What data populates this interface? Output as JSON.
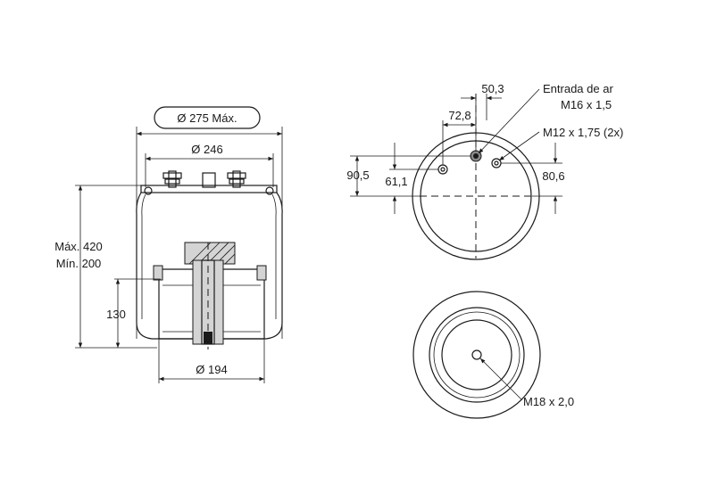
{
  "side_view": {
    "overall_diameter": "Ø 275 Máx.",
    "bead_diameter": "Ø 246",
    "height_max": "Máx. 420",
    "height_min": "Mín. 200",
    "piston_height": "130",
    "piston_diameter": "Ø 194"
  },
  "top_view": {
    "offset_air": "50,3",
    "offset_bolt": "72,8",
    "height_outer": "90,5",
    "height_air": "61,1",
    "height_bolt": "80,6",
    "air_inlet_label": "Entrada de ar",
    "air_inlet_thread": "M16 x 1,5",
    "bolt_thread": "M12 x 1,75 (2x)"
  },
  "bottom_view": {
    "thread": "M18 x 2,0"
  }
}
